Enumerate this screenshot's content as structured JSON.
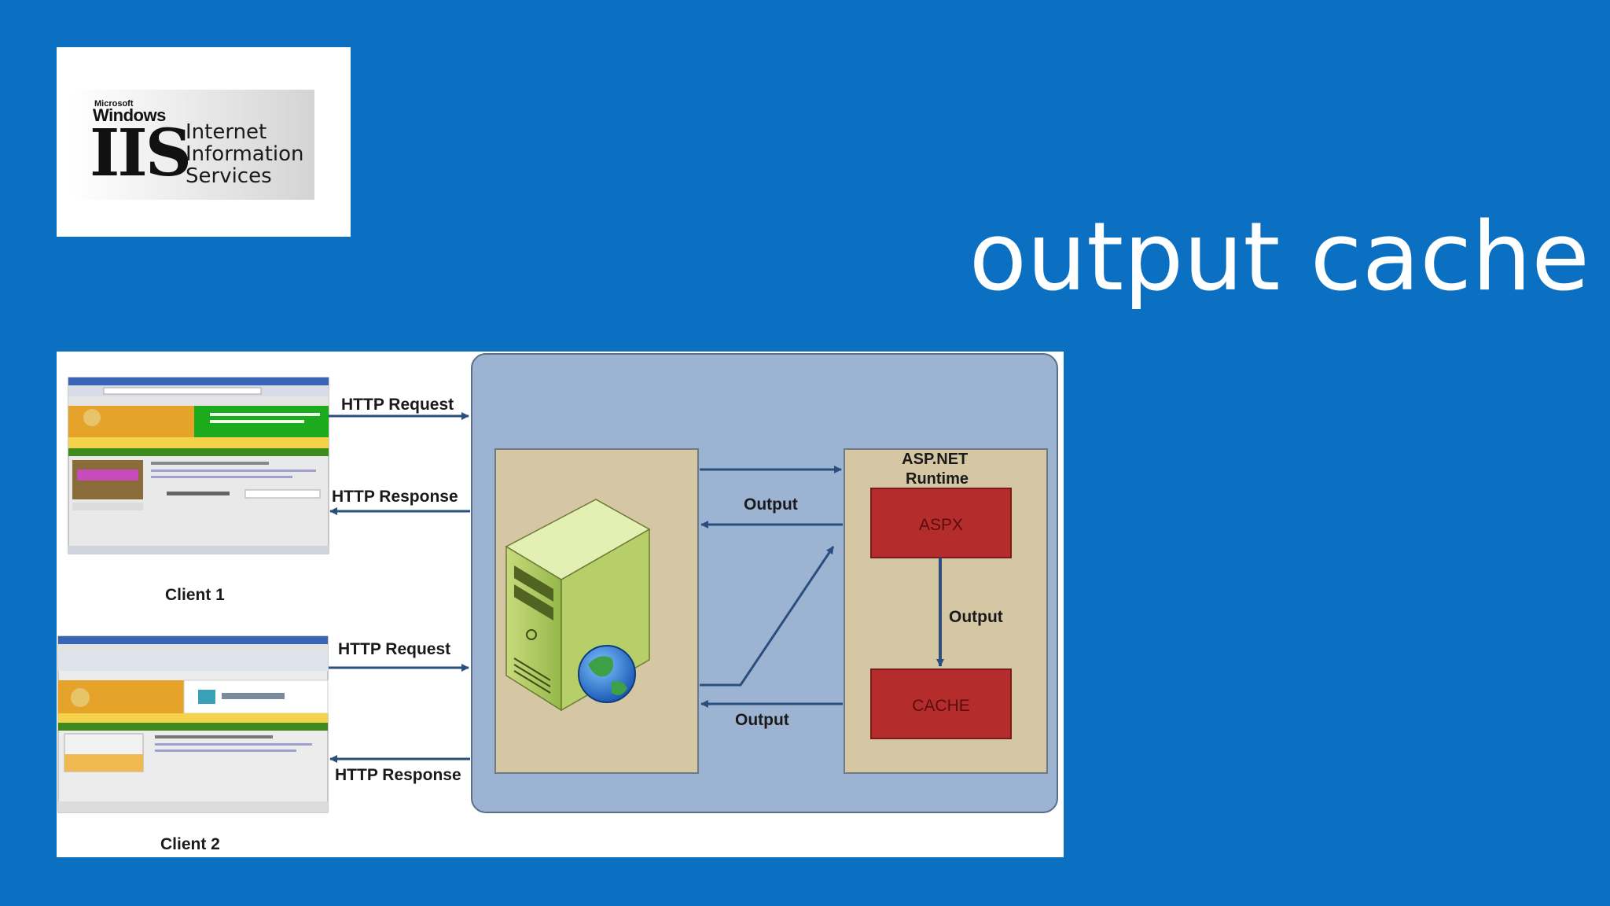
{
  "logo": {
    "company": "Microsoft",
    "brand": "Windows",
    "mark": "IIS",
    "line1": "Internet",
    "line2": "Information",
    "line3": "Services"
  },
  "title": "output cache",
  "diagram": {
    "http_request_1": "HTTP Request",
    "http_response_1": "HTTP Response",
    "client_1": "Client 1",
    "http_request_2": "HTTP Request",
    "http_response_2": "HTTP Response",
    "client_2": "Client 2",
    "output_top": "Output",
    "output_bottom": "Output",
    "runtime_label": "ASP.NET\nRuntime",
    "aspx": "ASPX",
    "output_mid": "Output",
    "cache": "CACHE"
  },
  "colors": {
    "background": "#0b6fc2",
    "server_panel": "#9db3d2",
    "box_fill": "#d6c7a4",
    "red_block": "#b52c2c",
    "arrow": "#2a4f7e"
  }
}
